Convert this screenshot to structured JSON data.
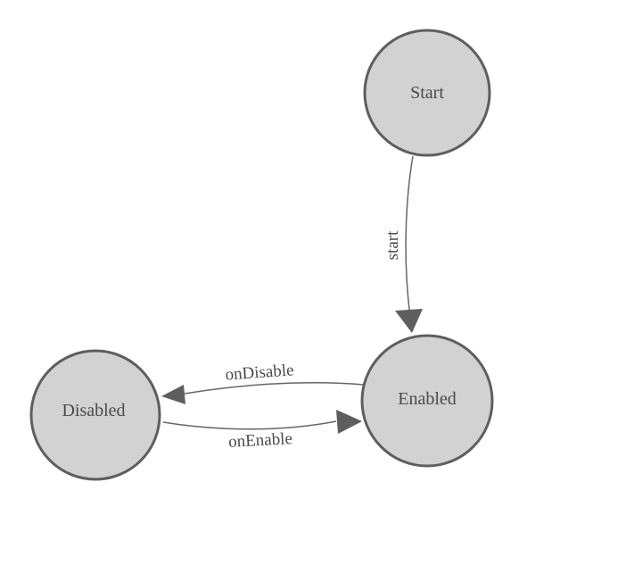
{
  "diagram": {
    "nodes": [
      {
        "label": "Start"
      },
      {
        "label": "Enabled"
      },
      {
        "label": "Disabled"
      }
    ],
    "edges": [
      {
        "from": "Start",
        "to": "Enabled",
        "label": "start"
      },
      {
        "from": "Enabled",
        "to": "Disabled",
        "label": "onDisable"
      },
      {
        "from": "Disabled",
        "to": "Enabled",
        "label": "onEnable"
      }
    ],
    "colors": {
      "background": "#ffffff",
      "node_fill": "#d2d2d2",
      "node_border": "#5e5e5e",
      "edge_line": "#666666",
      "arrowhead": "#5e5e5e",
      "text": "#4a4a4a"
    }
  }
}
